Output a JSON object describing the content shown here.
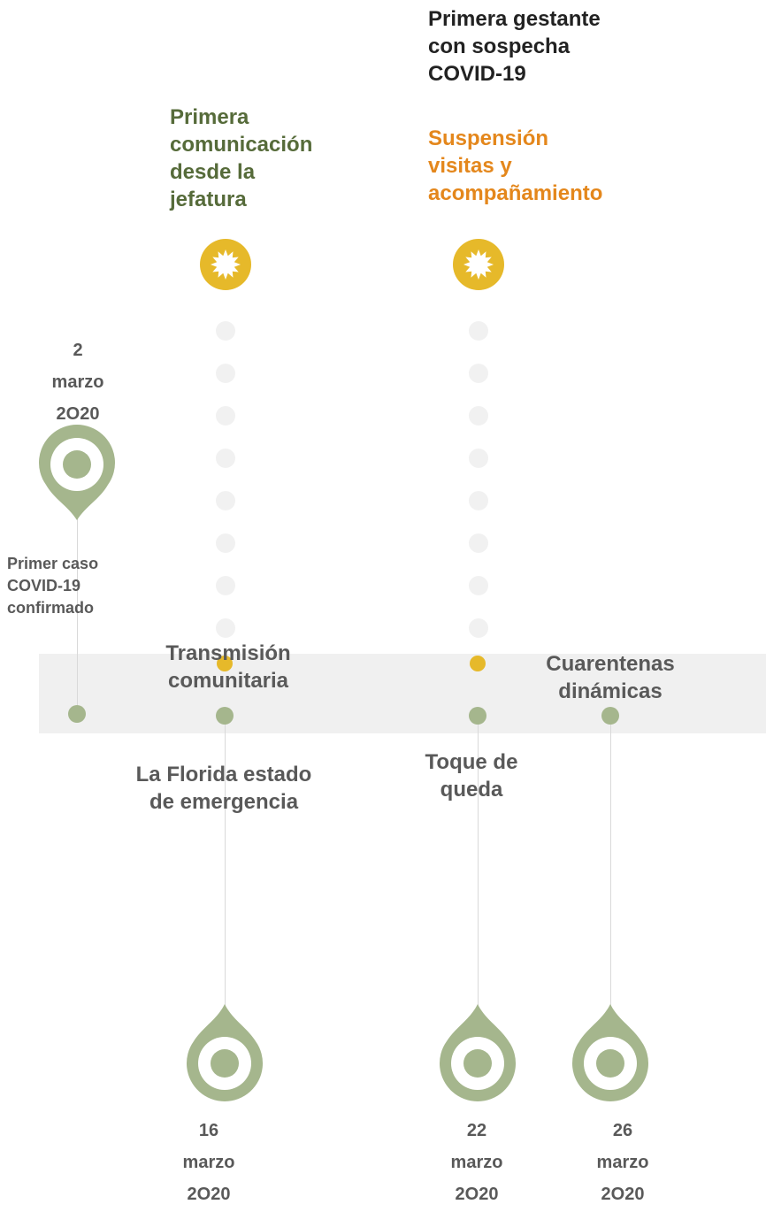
{
  "top_events": [
    {
      "id": "first-pregnant",
      "lines": [
        "Primera gestante",
        "con sospecha",
        "COVID-19"
      ]
    },
    {
      "id": "first-communication",
      "lines": [
        "Primera",
        "comunicación",
        "desde la",
        "jefatura"
      ]
    },
    {
      "id": "visit-suspension",
      "lines": [
        "Suspensión",
        "visitas y",
        "acompañamiento"
      ]
    }
  ],
  "first_case": {
    "date": [
      "2",
      "marzo",
      "2O20"
    ],
    "label": [
      "Primer caso",
      "COVID-19",
      "confirmado"
    ]
  },
  "bottom_events": [
    {
      "id": "transmission",
      "lines": [
        "Transmisión",
        "comunitaria"
      ]
    },
    {
      "id": "emergency",
      "lines": [
        "La Florida estado",
        "de emergencia"
      ]
    },
    {
      "id": "curfew",
      "lines": [
        "Toque de",
        "queda"
      ]
    },
    {
      "id": "quarantine",
      "lines": [
        "Cuarentenas",
        "dinámicas"
      ]
    }
  ],
  "bottom_dates": [
    {
      "id": "mar16",
      "lines": [
        "16",
        "marzo",
        "2O20"
      ]
    },
    {
      "id": "mar22",
      "lines": [
        "22",
        "marzo",
        "2O20"
      ]
    },
    {
      "id": "mar26",
      "lines": [
        "26",
        "marzo",
        "2O20"
      ]
    }
  ],
  "colors": {
    "pin_green": "#a5b68d",
    "star_yellow": "#e6b92a",
    "text_green": "#566b3a",
    "text_orange": "#e4871c",
    "band_grey": "#f0f0f0"
  }
}
